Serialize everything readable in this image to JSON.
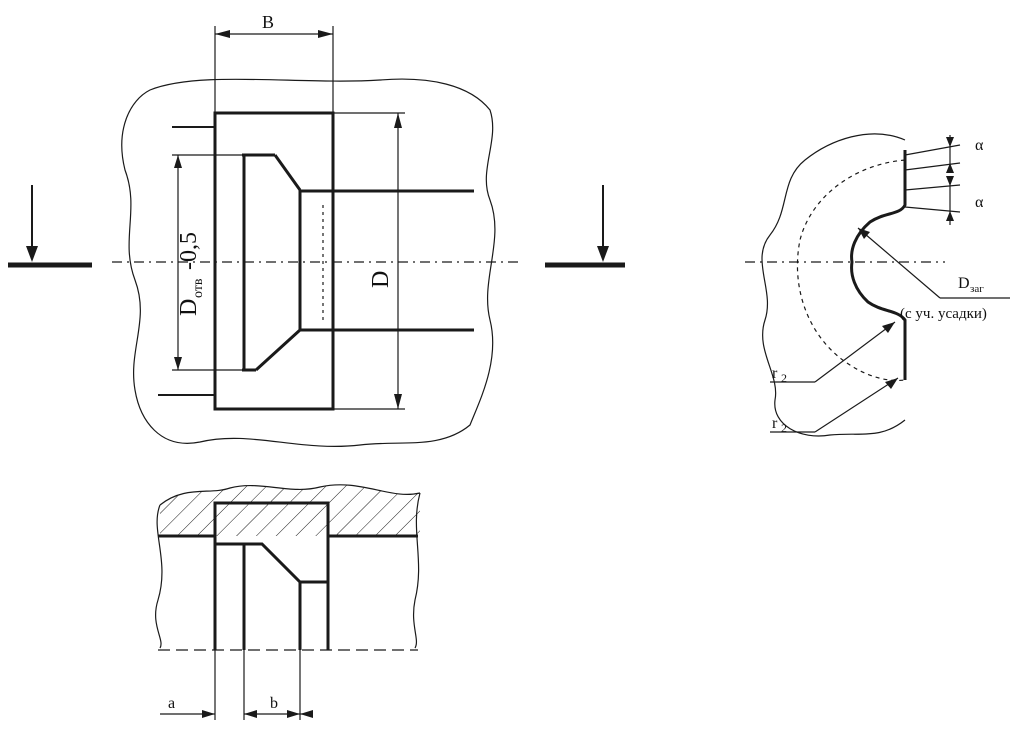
{
  "labels": {
    "width_b": "B",
    "hole_diameter": "D",
    "hole_diameter_sub": "отв",
    "hole_tolerance": "-0,5",
    "outer_diameter": "D",
    "blank_diameter": "D",
    "blank_diameter_sub": "заг",
    "shrinkage_note": "(с уч. усадки)",
    "angle_1": "α",
    "angle_2": "α",
    "radius_1": "r",
    "radius_1_sub": "2",
    "radius_2": "r",
    "radius_2_sub": "2",
    "dim_a": "a",
    "dim_b": "b"
  }
}
